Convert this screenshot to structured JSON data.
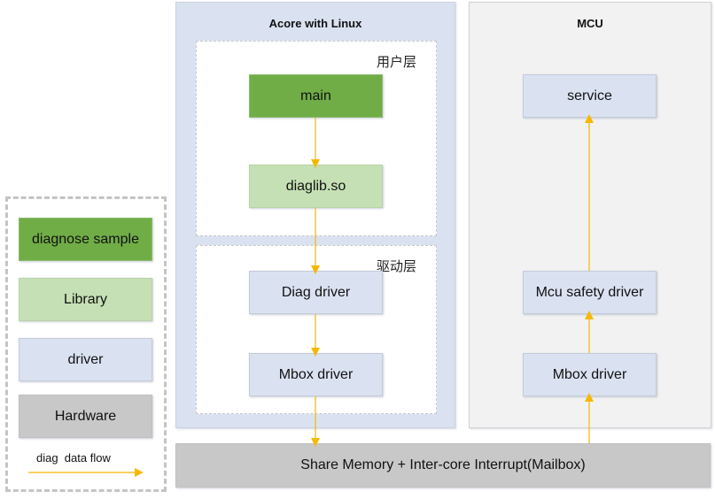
{
  "colors": {
    "diagnose_sample": "#70ad47",
    "library": "#c5e0b4",
    "driver": "#dae2f2",
    "hardware": "#c8c8c8",
    "data_flow": "#f5b800"
  },
  "acore": {
    "title": "Acore with Linux",
    "user_layer": {
      "label": "用户层",
      "boxes": [
        "main",
        "diaglib.so"
      ]
    },
    "driver_layer": {
      "label": "驱动层",
      "boxes": [
        "Diag driver",
        "Mbox driver"
      ]
    }
  },
  "mcu": {
    "title": "MCU",
    "boxes": [
      "service",
      "Mcu safety driver",
      "Mbox driver"
    ]
  },
  "hardware": {
    "label": "Share Memory + Inter-core Interrupt(Mailbox)"
  },
  "legend": {
    "items": [
      {
        "label": "diagnose sample",
        "kind": "diagnose_sample"
      },
      {
        "label": "Library",
        "kind": "library"
      },
      {
        "label": "driver",
        "kind": "driver"
      },
      {
        "label": "Hardware",
        "kind": "hardware"
      }
    ],
    "flow_label": "diag  data flow"
  },
  "flows": [
    {
      "from": "main",
      "to": "diaglib.so"
    },
    {
      "from": "diaglib.so",
      "to": "Diag driver"
    },
    {
      "from": "Diag driver",
      "to": "Mbox driver (Acore)"
    },
    {
      "from": "Mbox driver (Acore)",
      "to": "Share Memory + Inter-core Interrupt(Mailbox)"
    },
    {
      "from": "Share Memory + Inter-core Interrupt(Mailbox)",
      "to": "Mbox driver (MCU)"
    },
    {
      "from": "Mbox driver (MCU)",
      "to": "Mcu safety driver"
    },
    {
      "from": "Mcu safety driver",
      "to": "service"
    }
  ]
}
